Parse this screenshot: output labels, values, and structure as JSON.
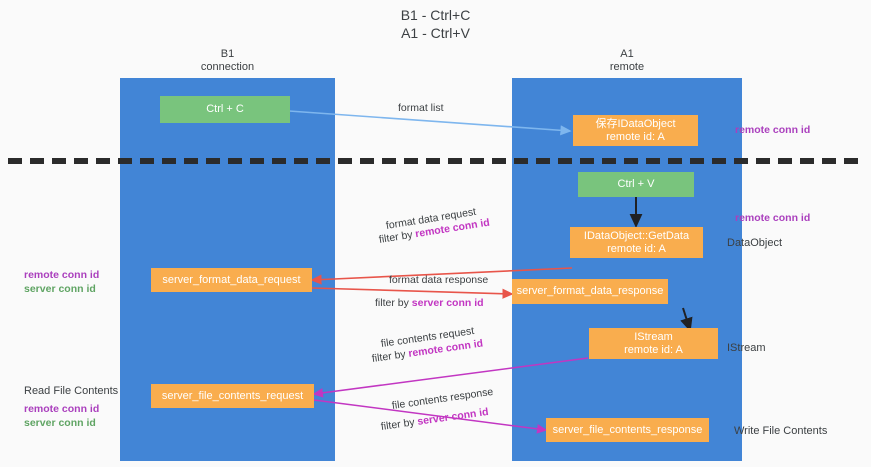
{
  "title": "B1 - Ctrl+C\nA1 - Ctrl+V",
  "colors": {
    "lane": "#4285d6",
    "green_box": "#79c47d",
    "orange_box": "#f9ad4e",
    "purple_text": "#aa3fbd",
    "green_text": "#5fa463",
    "magenta_text": "#c236c2",
    "blue_arrow": "#7eb6ee",
    "red_arrow": "#e8554a",
    "black_arrow": "#202124",
    "magenta_arrow": "#c236c2",
    "dashed_line": "#2b2b2b"
  },
  "columns": [
    {
      "id": "b1",
      "label": "B1\nconnection"
    },
    {
      "id": "a1",
      "label": "A1\nremote"
    }
  ],
  "nodes": [
    {
      "id": "ctrl-c",
      "label": "Ctrl + C",
      "kind": "green"
    },
    {
      "id": "save-idataobject",
      "label": "保存IDataObject\nremote id: A",
      "kind": "orange"
    },
    {
      "id": "ctrl-v",
      "label": "Ctrl + V",
      "kind": "green"
    },
    {
      "id": "idataobject-getdata",
      "label": "IDataObject::GetData\nremote id: A",
      "kind": "orange"
    },
    {
      "id": "server-format-data-request",
      "label": "server_format_data_request",
      "kind": "orange"
    },
    {
      "id": "server-format-data-response",
      "label": "server_format_data_response",
      "kind": "orange"
    },
    {
      "id": "istream",
      "label": "IStream\nremote id: A",
      "kind": "orange"
    },
    {
      "id": "server-file-contents-request",
      "label": "server_file_contents_request",
      "kind": "orange"
    },
    {
      "id": "server-file-contents-response",
      "label": "server_file_contents_response",
      "kind": "orange"
    }
  ],
  "edge_labels": {
    "format_list": "format list",
    "format_data_request": "format data request",
    "format_data_request_filter_prefix": "filter by ",
    "format_data_request_filter_key": "remote conn id",
    "format_data_response": "format data response",
    "format_data_response_filter_prefix": "filter by ",
    "format_data_response_filter_key": "server conn id",
    "file_contents_request": "file contents request",
    "file_contents_request_filter_prefix": "filter by ",
    "file_contents_request_filter_key": "remote conn id",
    "file_contents_response": "file contents response",
    "file_contents_response_filter_prefix": "filter by ",
    "file_contents_response_filter_key": "server conn id"
  },
  "annotations": {
    "right_remote_conn_id_top": "remote conn id",
    "right_remote_conn_id_mid": "remote conn id",
    "right_dataobject": "DataObject",
    "right_istream": "IStream",
    "right_write_file_contents": "Write File Contents",
    "left_remote_conn_id": "remote conn id",
    "left_server_conn_id": "server conn id",
    "left_read_file_contents": "Read File Contents",
    "left_remote_conn_id_2": "remote conn id",
    "left_server_conn_id_2": "server conn id"
  }
}
